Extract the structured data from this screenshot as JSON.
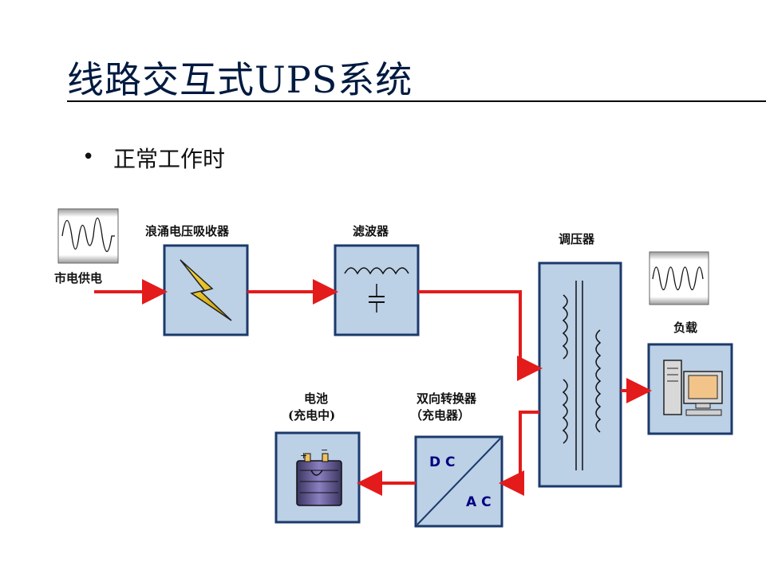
{
  "slide": {
    "title": "线路交互式UPS系统",
    "bullet": "正常工作时"
  },
  "diagram": {
    "labels": {
      "mains": "市电供电",
      "surge_absorber": "浪涌电压吸收器",
      "filter": "滤波器",
      "regulator": "调压器",
      "load": "负载",
      "battery_line1": "电池",
      "battery_line2": "(充电中)",
      "converter_line1": "双向转换器",
      "converter_line2": "（充电器）",
      "dc": "D C",
      "ac": "A C",
      "battery_plus": "+",
      "battery_minus": "−"
    },
    "colors": {
      "flow_arrow": "#e31b1b",
      "block_fill": "#bcd0e6",
      "block_border": "#1b3a6b",
      "title_text": "#001a40"
    }
  }
}
